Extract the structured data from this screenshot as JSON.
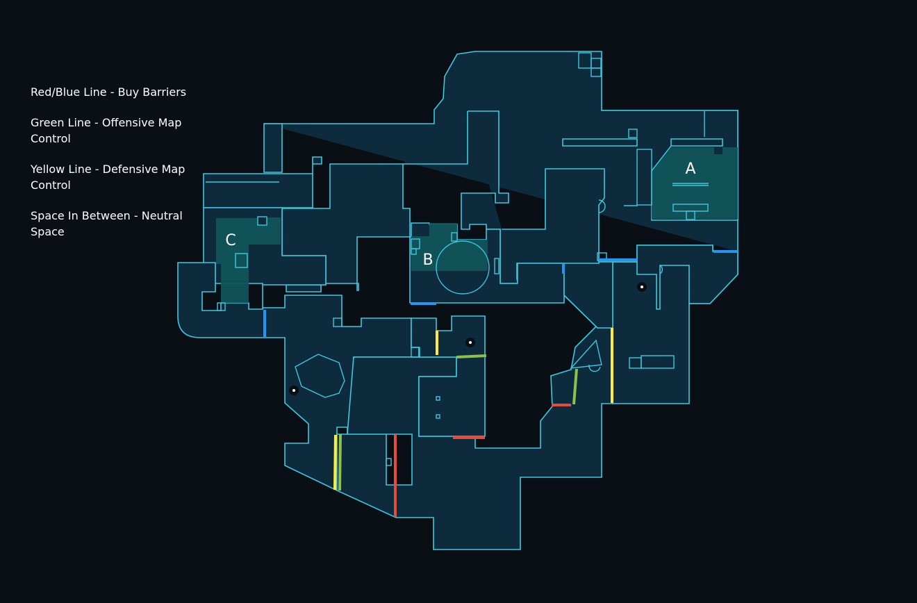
{
  "legend": {
    "items": [
      "Red/Blue Line - Buy Barriers",
      "Green Line - Offensive Map Control",
      "Yellow Line - Defensive Map Control",
      "Space In Between - Neutral Space"
    ]
  },
  "map": {
    "sites": {
      "a": "A",
      "b": "B",
      "c": "C"
    },
    "colors": {
      "background": "#0a0f16",
      "floor": "#0e2a3d",
      "wall": "#3cc9de",
      "site_zone": "#12545a",
      "buy_barrier_red": "#e84b3c",
      "buy_barrier_blue": "#2196f3",
      "offensive_control": "#8bc34a",
      "defensive_control": "#ffeb3b"
    }
  }
}
